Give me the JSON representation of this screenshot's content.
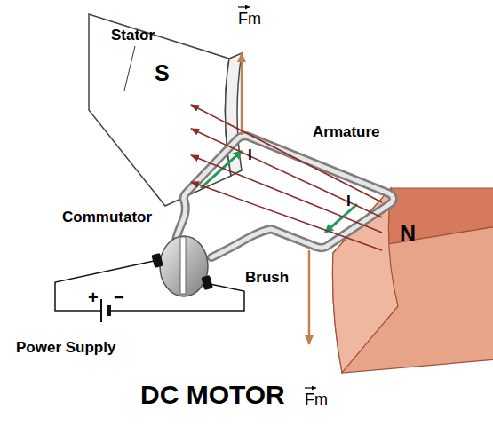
{
  "diagram": {
    "title": "DC MOTOR",
    "nodes": [
      {
        "text": [
          "S"
        ]
      },
      {
        "text": [
          "N"
        ]
      }
    ],
    "edges": [
      {
        "from": 1,
        "to": 0,
        "arrow": "to"
      },
      {
        "from": 1,
        "to": 0,
        "arrow": "to"
      },
      {
        "from": 1,
        "to": 0,
        "arrow": "to"
      },
      {
        "from": 1,
        "to": 0,
        "arrow": "to"
      }
    ],
    "labels": [
      "Stator",
      "Fm",
      "Armature",
      "I",
      "I",
      "Commutator",
      "Brush",
      "+",
      "−",
      "Power Supply",
      "Fm"
    ]
  }
}
